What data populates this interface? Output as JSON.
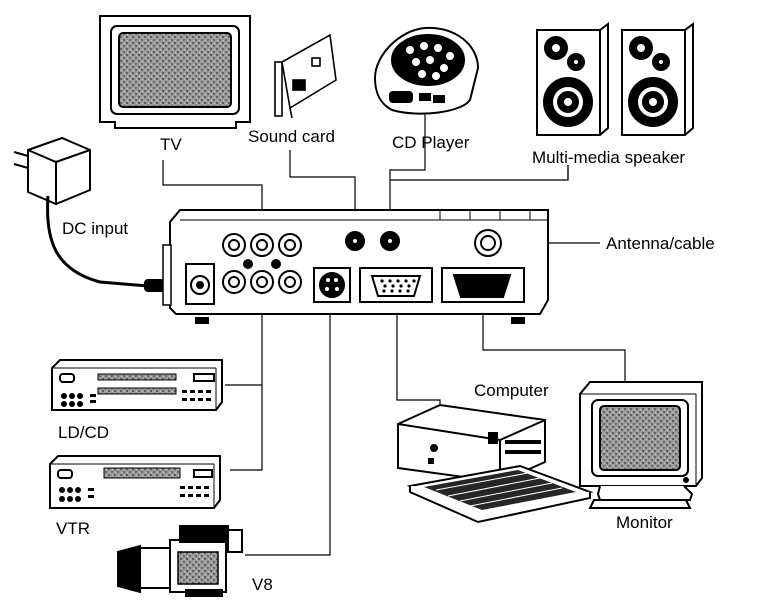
{
  "diagram": {
    "labels": {
      "tv": "TV",
      "sound_card": "Sound card",
      "cd_player": "CD Player",
      "speaker": "Multi-media speaker",
      "dc_input": "DC input",
      "antenna": "Antenna/cable",
      "computer": "Computer",
      "monitor": "Monitor",
      "ld_cd": "LD/CD",
      "vtr": "VTR",
      "v8": "V8"
    },
    "colors": {
      "line": "#000000",
      "screen": "#8c8c8c",
      "body": "#ffffff"
    }
  }
}
